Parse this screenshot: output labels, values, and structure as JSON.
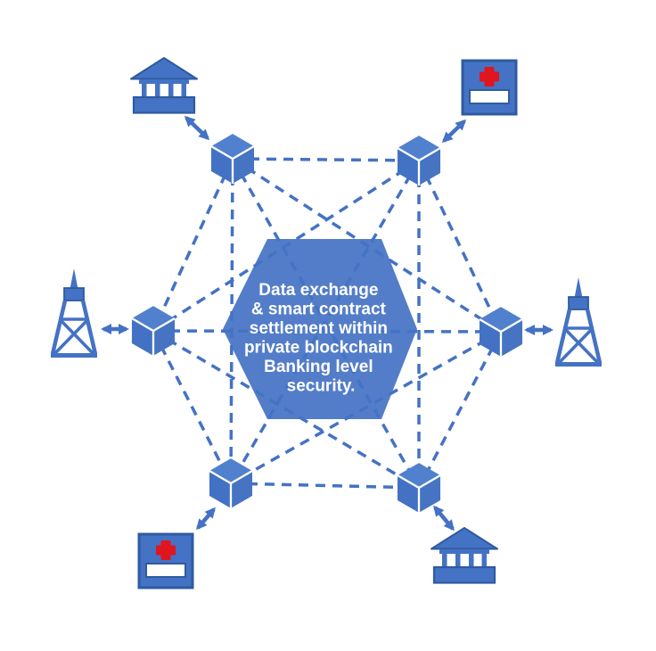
{
  "diagram": {
    "type": "blockchain-network-illustration",
    "background": "#FFFFFF",
    "topology": "full-mesh",
    "edge_style": "dashed",
    "edge_count": 15
  },
  "hexagon": {
    "lines": [
      "Data exchange",
      "& smart contract",
      "settlement within",
      "private blockchain",
      "Banking level",
      "security."
    ],
    "fill": "#4472C4",
    "text_color": "#FFFFFF"
  },
  "colors": {
    "primary_blue": "#4472C4",
    "cube_top_blue": "#5181CE",
    "dark_outline_blue": "#2E5B9F",
    "cube_edge_white": "#FFFFFF",
    "cross_red": "#E0151E",
    "dashed_line_blue": "#4472C4",
    "arrow_blue": "#4472C4"
  },
  "nodes": [
    {
      "id": "node-top-left",
      "icon": "cube-icon"
    },
    {
      "id": "node-top-right",
      "icon": "cube-icon"
    },
    {
      "id": "node-left",
      "icon": "cube-icon"
    },
    {
      "id": "node-right",
      "icon": "cube-icon"
    },
    {
      "id": "node-bottom-left",
      "icon": "cube-icon"
    },
    {
      "id": "node-bottom-right",
      "icon": "cube-icon"
    }
  ],
  "endpoints": [
    {
      "id": "bank-top-left",
      "icon": "bank-icon",
      "connection": "double-headed-arrow"
    },
    {
      "id": "health-card-top-right",
      "icon": "health-card-icon",
      "connection": "double-headed-arrow"
    },
    {
      "id": "radio-tower-left",
      "icon": "radio-tower-icon",
      "connection": "double-headed-arrow"
    },
    {
      "id": "radio-tower-right",
      "icon": "radio-tower-icon",
      "connection": "double-headed-arrow"
    },
    {
      "id": "health-card-bottom-left",
      "icon": "health-card-icon",
      "connection": "double-headed-arrow"
    },
    {
      "id": "bank-bottom-right",
      "icon": "bank-icon",
      "connection": "double-headed-arrow"
    }
  ]
}
